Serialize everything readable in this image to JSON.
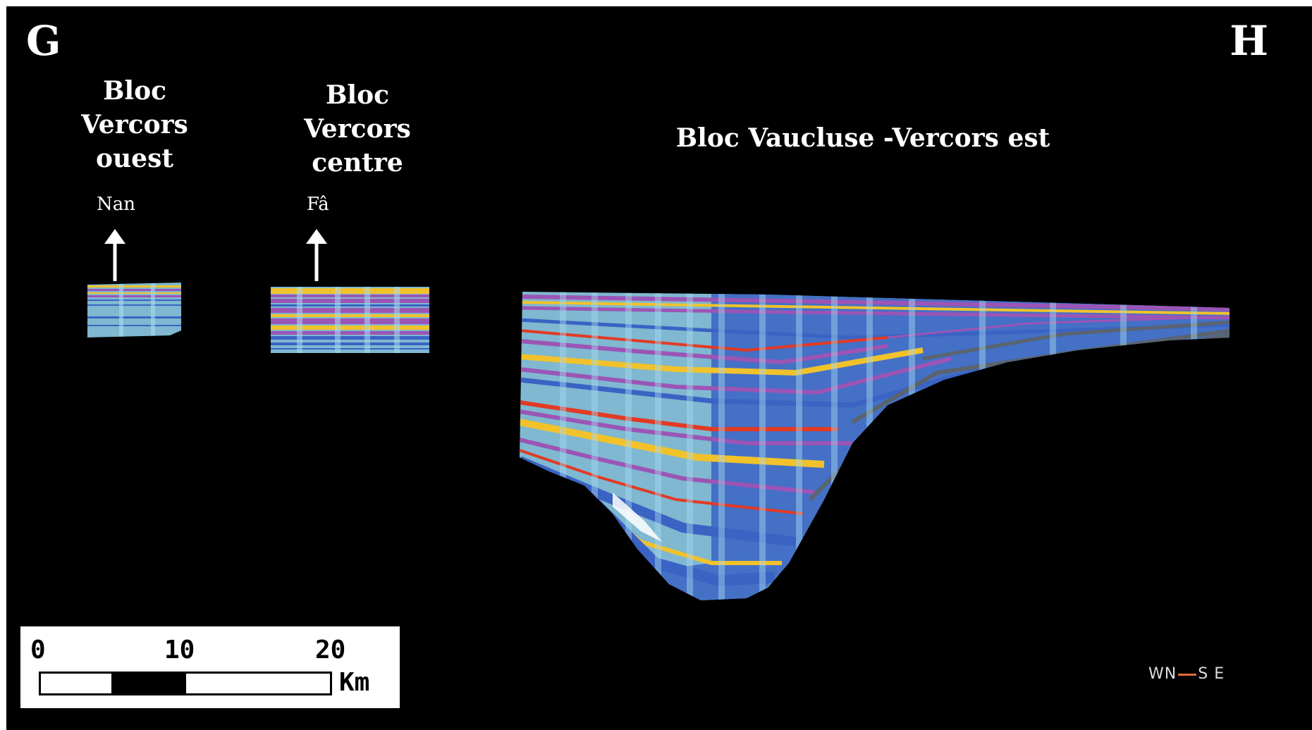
{
  "corners": {
    "left": "G",
    "right": "H"
  },
  "blocs": {
    "ouest": [
      "Bloc",
      "Vercors",
      "ouest"
    ],
    "centre": [
      "Bloc",
      "Vercors",
      "centre"
    ],
    "est": "Bloc Vaucluse -Vercors est"
  },
  "wells": {
    "nan": "Nan",
    "fa": "Fâ"
  },
  "scale": {
    "ticks": [
      "0",
      "10",
      "20"
    ],
    "unit": "Km"
  },
  "orientation": {
    "w": "W",
    "n": "N",
    "s": "S",
    "e": "E"
  },
  "colors": {
    "background": "#000000",
    "light_blue": "#7fb8d0",
    "dark_blue": "#3a63c4",
    "purple": "#9b55b5",
    "yellow": "#f1c22c",
    "red": "#e23a24",
    "gray": "#5a6470"
  }
}
